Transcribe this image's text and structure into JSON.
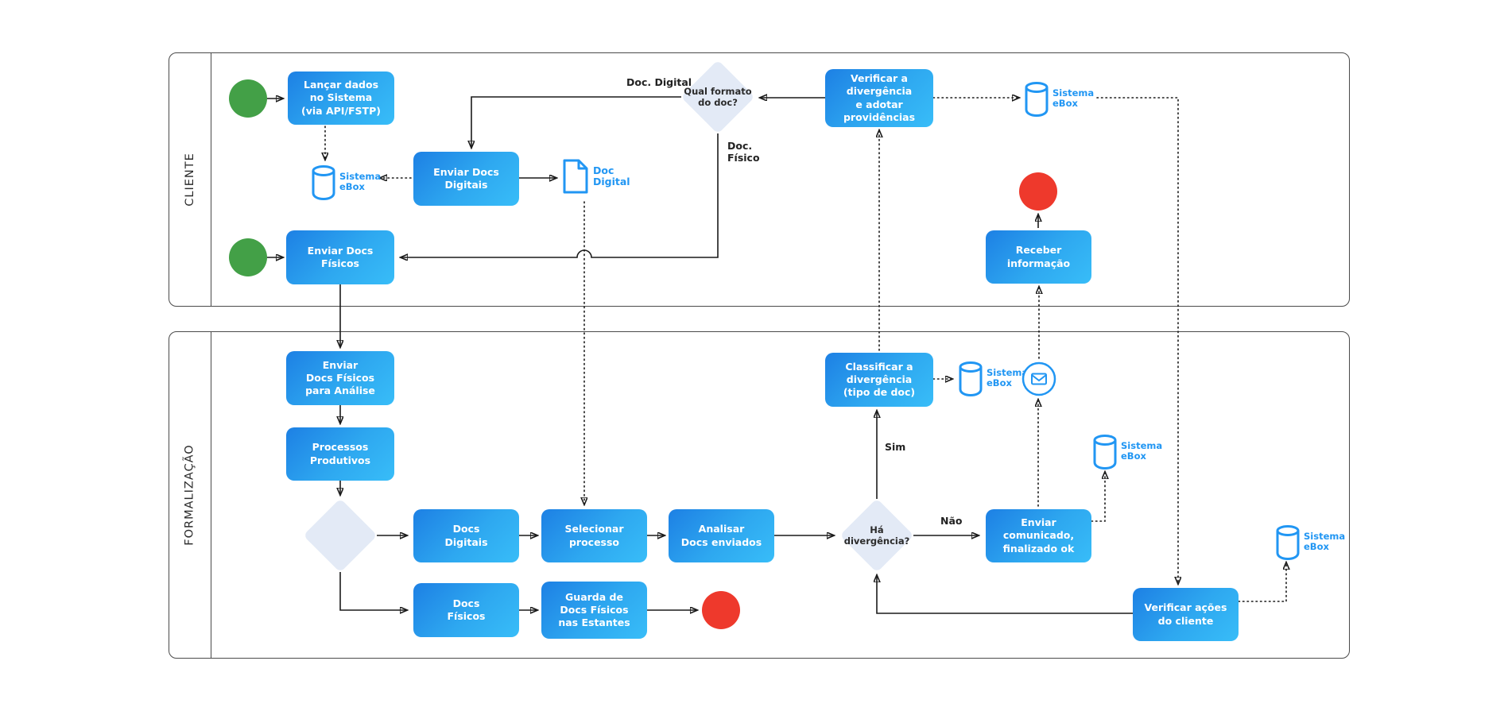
{
  "lanes": {
    "cliente": "CLIENTE",
    "formalizacao": "FORMALIZAÇÃO"
  },
  "nodes": {
    "lancar_dados": "Lançar dados\nno Sistema\n(via API/FSTP)",
    "enviar_docs_digitais": "Enviar Docs\nDigitais",
    "doc_digital": "Doc\nDigital",
    "qual_formato": "Qual formato\ndo doc?",
    "verificar_divergencia": "Verificar a\ndivergência\ne adotar\nprovidências",
    "receber_informacao": "Receber\ninformação",
    "enviar_docs_fisicos": "Enviar Docs\nFísicos",
    "enviar_docs_analise": "Enviar\nDocs Físicos\npara Análise",
    "processos_produtivos": "Processos\nProdutivos",
    "docs_digitais": "Docs\nDigitais",
    "selecionar_processo": "Selecionar\nprocesso",
    "analisar_docs": "Analisar\nDocs enviados",
    "ha_divergencia": "Há\ndivergência?",
    "classificar_divergencia": "Classificar a\ndivergência\n(tipo de doc)",
    "enviar_comunicado": "Enviar\ncomunicado,\nfinalizado ok",
    "docs_fisicos": "Docs\nFísicos",
    "guarda_docs": "Guarda de\nDocs Físicos\nnas Estantes",
    "verificar_acoes": "Verificar ações\ndo cliente",
    "sistema_ebox": "Sistema\neBox"
  },
  "edge_labels": {
    "doc_digital": "Doc. Digital",
    "doc_fisico": "Doc.\nFísico",
    "sim": "Sim",
    "nao": "Não"
  },
  "colors": {
    "task_gradient_start": "#1d80e4",
    "task_gradient_end": "#38bdf8",
    "gateway_fill": "#e3eaf6",
    "start_event": "#43a047",
    "end_event": "#ee392c",
    "ebox_blue": "#2196f3",
    "connector": "#1a1a1a"
  }
}
